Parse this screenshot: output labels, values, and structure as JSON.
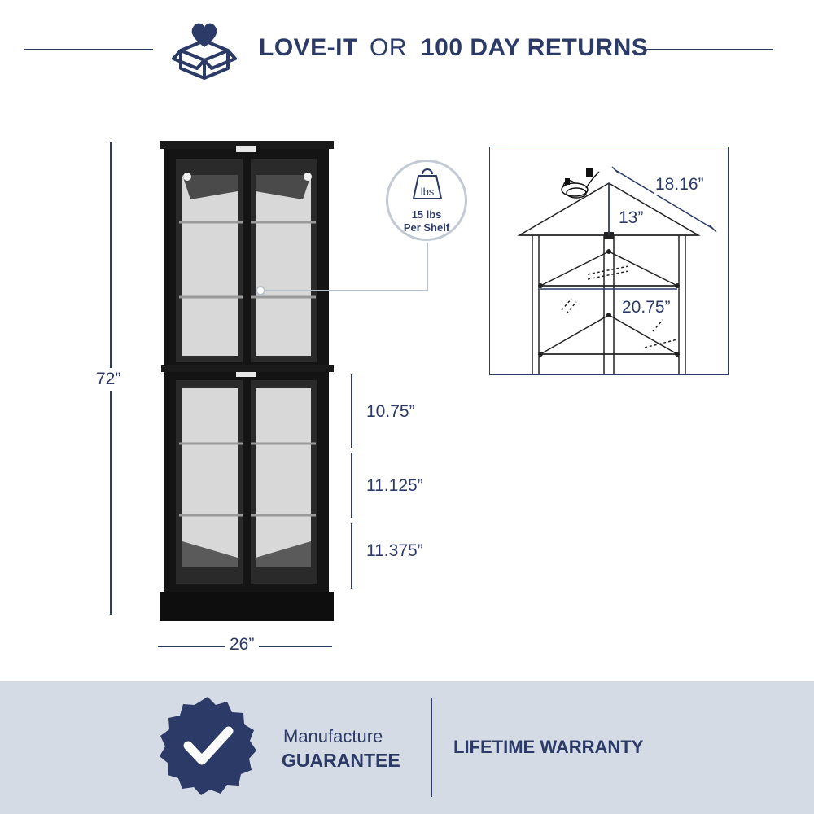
{
  "header": {
    "love_label": "LOVE-IT",
    "or_label": "OR",
    "returns_label": "100 DAY RETURNS",
    "icon": "heart-box-icon"
  },
  "dimensions": {
    "height": "72”",
    "width": "26”",
    "shelf_1": "10.75”",
    "shelf_2": "11.125”",
    "shelf_3": "11.375”"
  },
  "weight_badge": {
    "icon": "weight-icon",
    "icon_label": "lbs",
    "line1": "15 lbs",
    "line2": "Per Shelf"
  },
  "detail_view": {
    "depth": "18.16”",
    "top_height": "13”",
    "shelf_width": "20.75”"
  },
  "footer": {
    "badge_icon": "check-badge-icon",
    "guarantee_line1": "Manufacture",
    "guarantee_line2": "GUARANTEE",
    "warranty": "LIFETIME WARRANTY"
  },
  "colors": {
    "navy": "#2b3a67",
    "footer_bg": "#d4dbe4",
    "cabinet": "#141414"
  }
}
